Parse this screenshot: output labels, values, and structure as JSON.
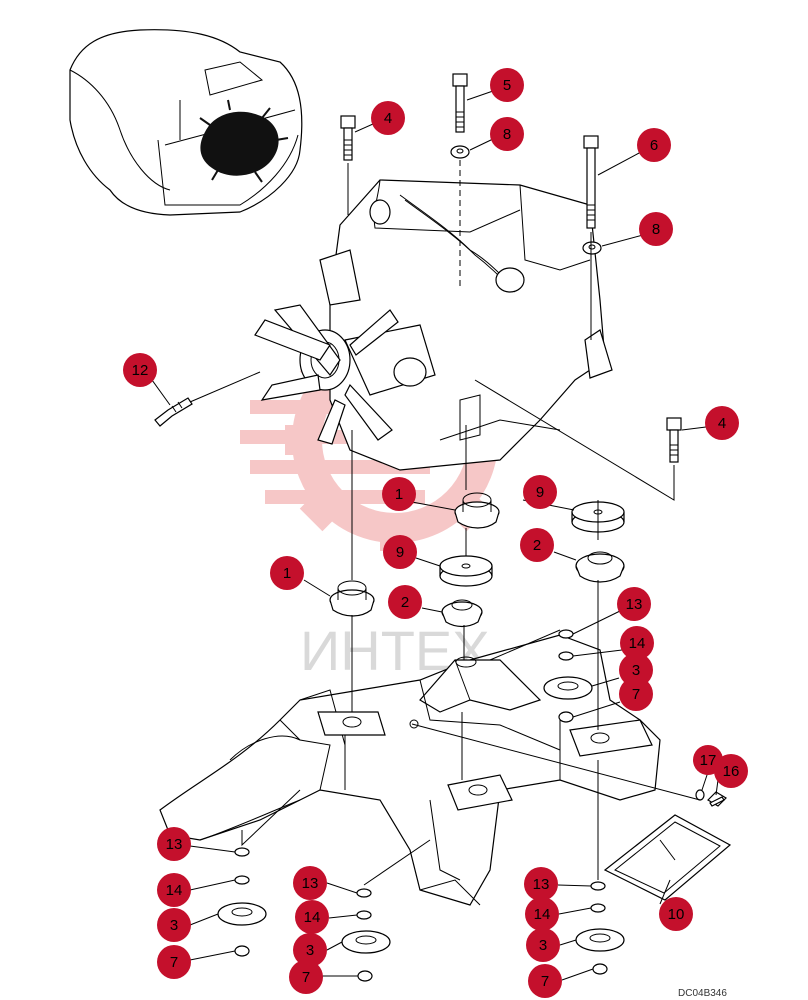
{
  "watermark": {
    "text": "ИНТЕХ",
    "color": "#e03a3a"
  },
  "reference_code": "DC04B346",
  "callout_color": "#c4102c",
  "callouts": [
    {
      "id": "c4a",
      "label": "4"
    },
    {
      "id": "c5",
      "label": "5"
    },
    {
      "id": "c8a",
      "label": "8"
    },
    {
      "id": "c6",
      "label": "6"
    },
    {
      "id": "c8b",
      "label": "8"
    },
    {
      "id": "c12",
      "label": "12"
    },
    {
      "id": "c4b",
      "label": "4"
    },
    {
      "id": "c9a",
      "label": "9"
    },
    {
      "id": "c1a",
      "label": "1"
    },
    {
      "id": "c9b",
      "label": "9"
    },
    {
      "id": "c2a",
      "label": "2"
    },
    {
      "id": "c1b",
      "label": "1"
    },
    {
      "id": "c2b",
      "label": "2"
    },
    {
      "id": "c13a",
      "label": "13"
    },
    {
      "id": "c14a",
      "label": "14"
    },
    {
      "id": "c3a",
      "label": "3"
    },
    {
      "id": "c7a",
      "label": "7"
    },
    {
      "id": "c17",
      "label": "17"
    },
    {
      "id": "c16",
      "label": "16"
    },
    {
      "id": "c10",
      "label": "10"
    },
    {
      "id": "c13b",
      "label": "13"
    },
    {
      "id": "c14b",
      "label": "14"
    },
    {
      "id": "c3b",
      "label": "3"
    },
    {
      "id": "c7b",
      "label": "7"
    },
    {
      "id": "c13c",
      "label": "13"
    },
    {
      "id": "c14c",
      "label": "14"
    },
    {
      "id": "c3c",
      "label": "3"
    },
    {
      "id": "c7c",
      "label": "7"
    },
    {
      "id": "c13d",
      "label": "13"
    },
    {
      "id": "c14d",
      "label": "14"
    },
    {
      "id": "c3d",
      "label": "3"
    },
    {
      "id": "c7d",
      "label": "7"
    }
  ]
}
